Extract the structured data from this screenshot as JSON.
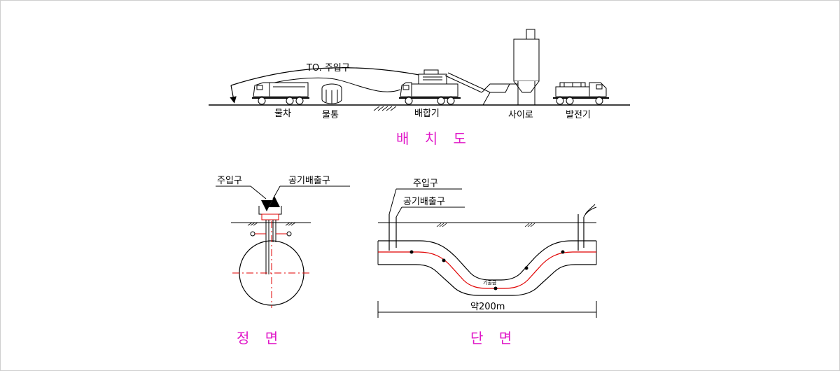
{
  "layout_section": {
    "flow_label": "TO. 주입구",
    "equipment": {
      "water_truck": "물차",
      "water_tank": "물통",
      "mixer": "배합기",
      "silo": "사이로",
      "generator": "발전기"
    },
    "title": "배 치 도"
  },
  "front_section": {
    "inlet": "주입구",
    "air_vent": "공기배출구",
    "title": "정 면"
  },
  "cross_section": {
    "inlet": "주입구",
    "air_vent": "공기배출구",
    "midpoint": "기출금",
    "length": "약200m",
    "title": "단 면"
  },
  "colors": {
    "title": "#e018c8",
    "centerline": "#e00000",
    "line": "#000000"
  }
}
